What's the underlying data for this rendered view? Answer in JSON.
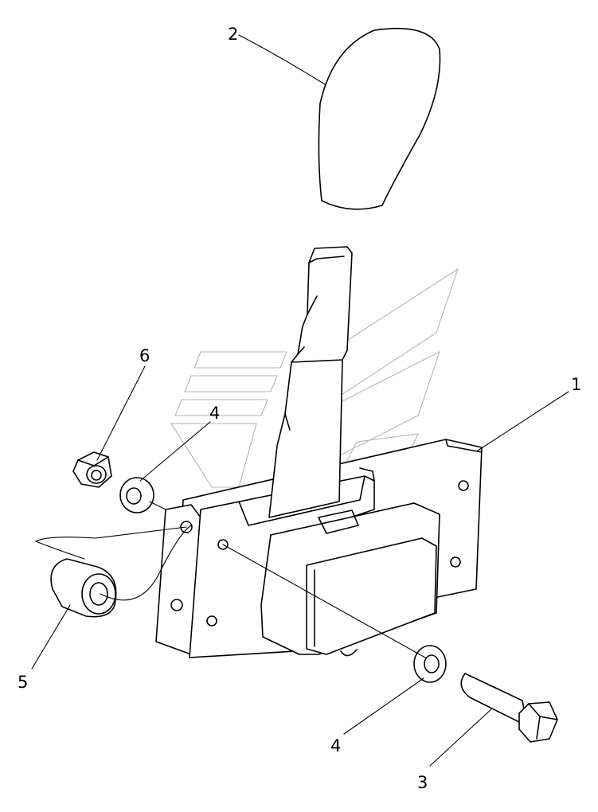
{
  "callouts": {
    "c1": "1",
    "c2": "2",
    "c3": "3",
    "c4a": "4",
    "c4b": "4",
    "c5": "5",
    "c6": "6"
  },
  "colors": {
    "line": "#000000",
    "watermark": "#b5b5b5",
    "background": "#ffffff"
  }
}
